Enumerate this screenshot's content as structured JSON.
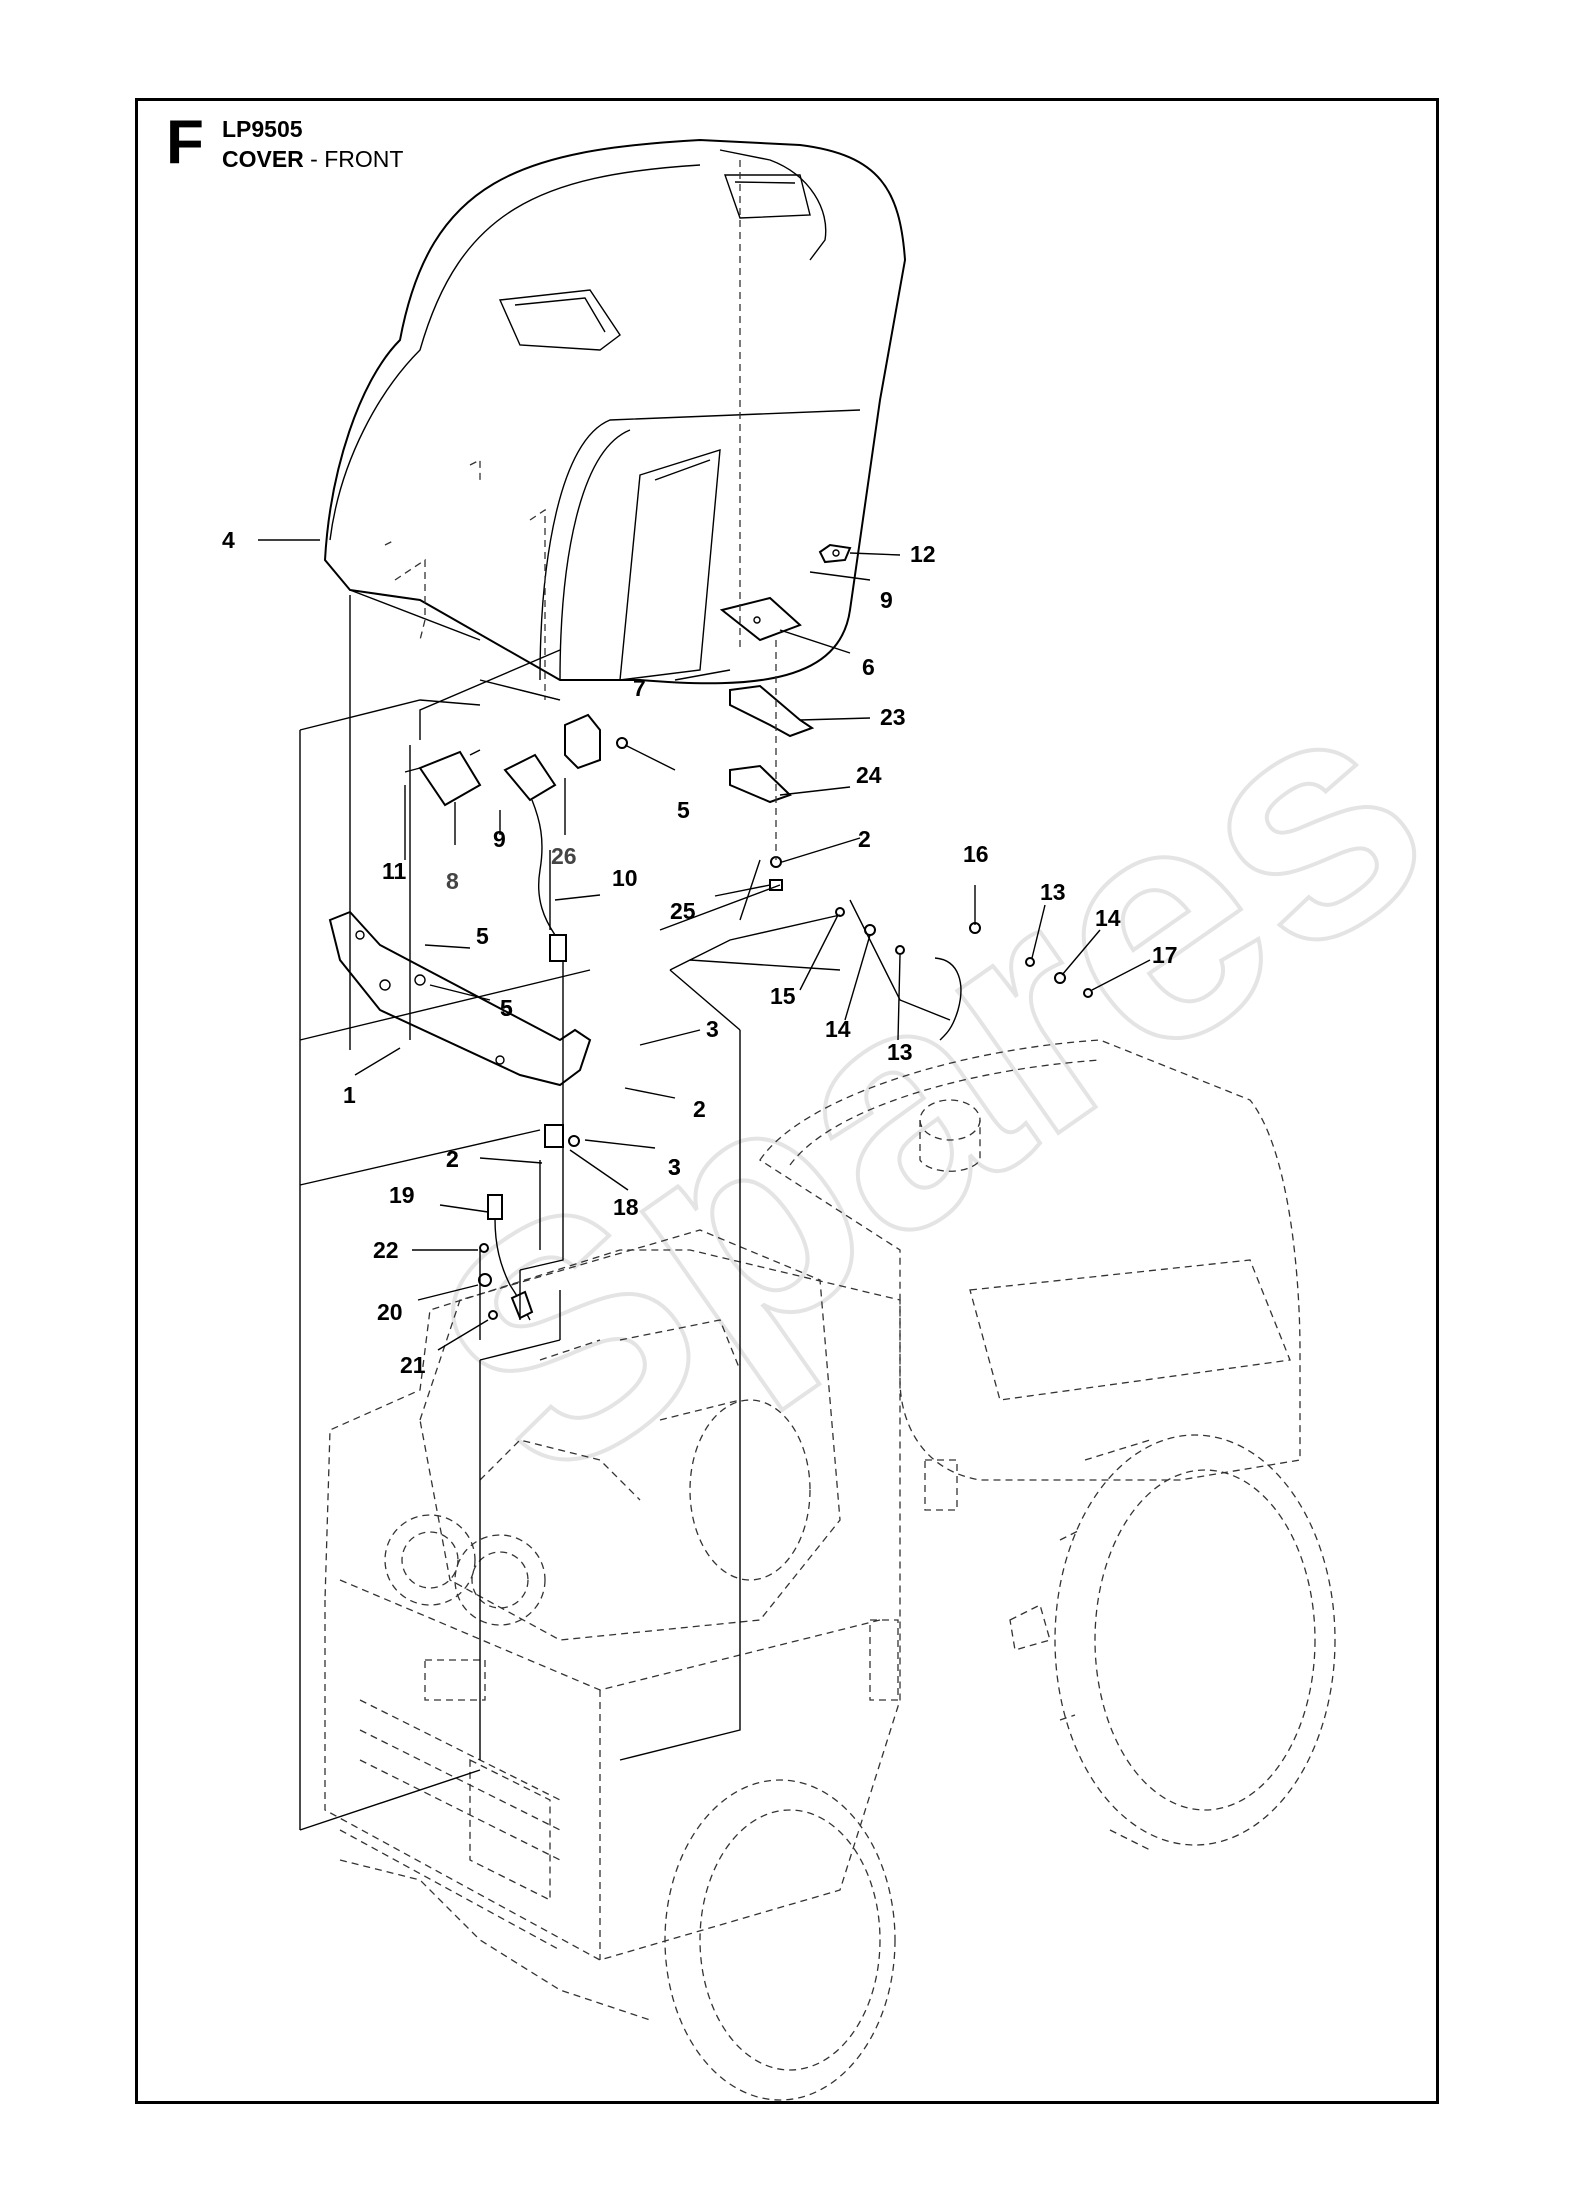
{
  "header": {
    "section_letter": "F",
    "model": "LP9505",
    "title_bold": "COVER",
    "title_rest": " - FRONT"
  },
  "watermark": {
    "text": "Spares"
  },
  "callouts": [
    "1",
    "2",
    "2",
    "2",
    "2",
    "3",
    "3",
    "3",
    "4",
    "5",
    "5",
    "5",
    "5",
    "6",
    "7",
    "8",
    "9",
    "9",
    "10",
    "11",
    "12",
    "13",
    "13",
    "14",
    "14",
    "15",
    "16",
    "17",
    "18",
    "19",
    "20",
    "21",
    "22",
    "23",
    "24",
    "25",
    "26"
  ],
  "colors": {
    "line": "#000000",
    "machine_dashed": "#333333",
    "watermark": "#e4e4e4"
  }
}
